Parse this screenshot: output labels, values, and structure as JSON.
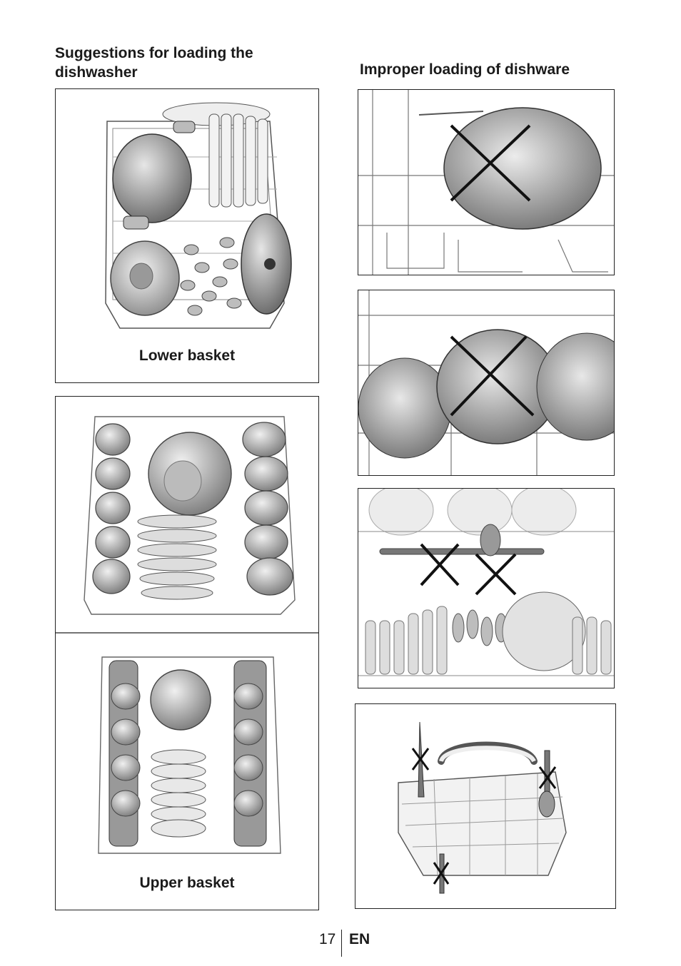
{
  "left_heading": "Suggestions for loading the\ndishwasher",
  "right_heading": "Improper loading of dishware",
  "panels": {
    "lower_caption": "Lower basket",
    "upper_caption": "Upper basket"
  },
  "footer": {
    "page_number": "17",
    "language": "EN"
  },
  "icons": {
    "wrong_mark": "cross-mark-icon"
  }
}
